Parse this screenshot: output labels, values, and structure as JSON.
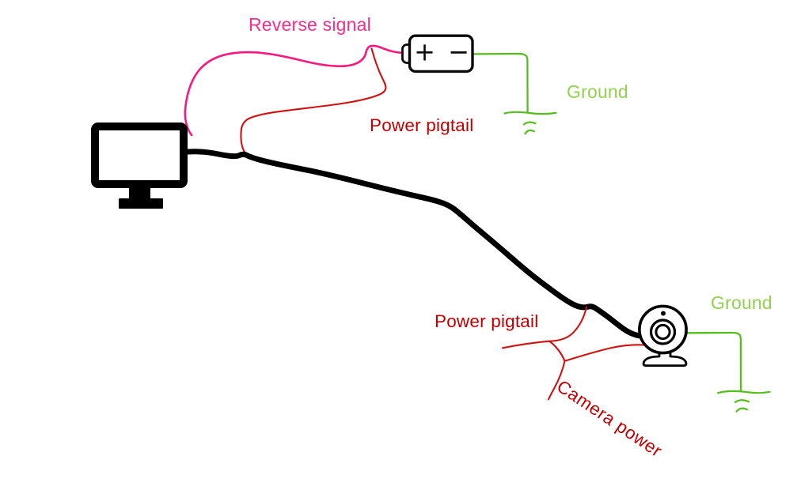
{
  "diagram": {
    "background": "#ffffff",
    "labels": {
      "reverse_signal": "Reverse signal",
      "power_pigtail_top": "Power pigtail",
      "ground_top": "Ground",
      "power_pigtail_bottom": "Power pigtail",
      "camera_power": "Camera power",
      "ground_bottom": "Ground"
    },
    "battery": {
      "positive": "+",
      "negative": "−"
    },
    "colors": {
      "reverse_signal_wire": "#F91880",
      "power_wire": "#CE1212",
      "power_label": "#C00000",
      "ground_wire": "#54BE1E",
      "ground_label": "#92D050",
      "video_cable": "#000000"
    },
    "components": [
      "monitor",
      "battery",
      "camera",
      "ground symbol (battery side)",
      "ground symbol (camera side)"
    ],
    "connections": [
      {
        "from": "monitor",
        "to": "camera",
        "via": "video cable",
        "color": "#000000"
      },
      {
        "from": "monitor",
        "to": "battery +",
        "label": "Reverse signal",
        "color": "#F91880"
      },
      {
        "from": "video cable (monitor end)",
        "to": "battery +",
        "label": "Power pigtail",
        "color": "#CE1212"
      },
      {
        "from": "battery −",
        "to": "ground",
        "label": "Ground",
        "color": "#54BE1E"
      },
      {
        "from": "video cable (camera end)",
        "to": "camera",
        "label": "Power pigtail",
        "color": "#CE1212"
      },
      {
        "from": "camera pigtail",
        "to": "free lead",
        "label": "Camera power",
        "color": "#CE1212"
      },
      {
        "from": "camera",
        "to": "ground",
        "label": "Ground",
        "color": "#54BE1E"
      }
    ]
  }
}
